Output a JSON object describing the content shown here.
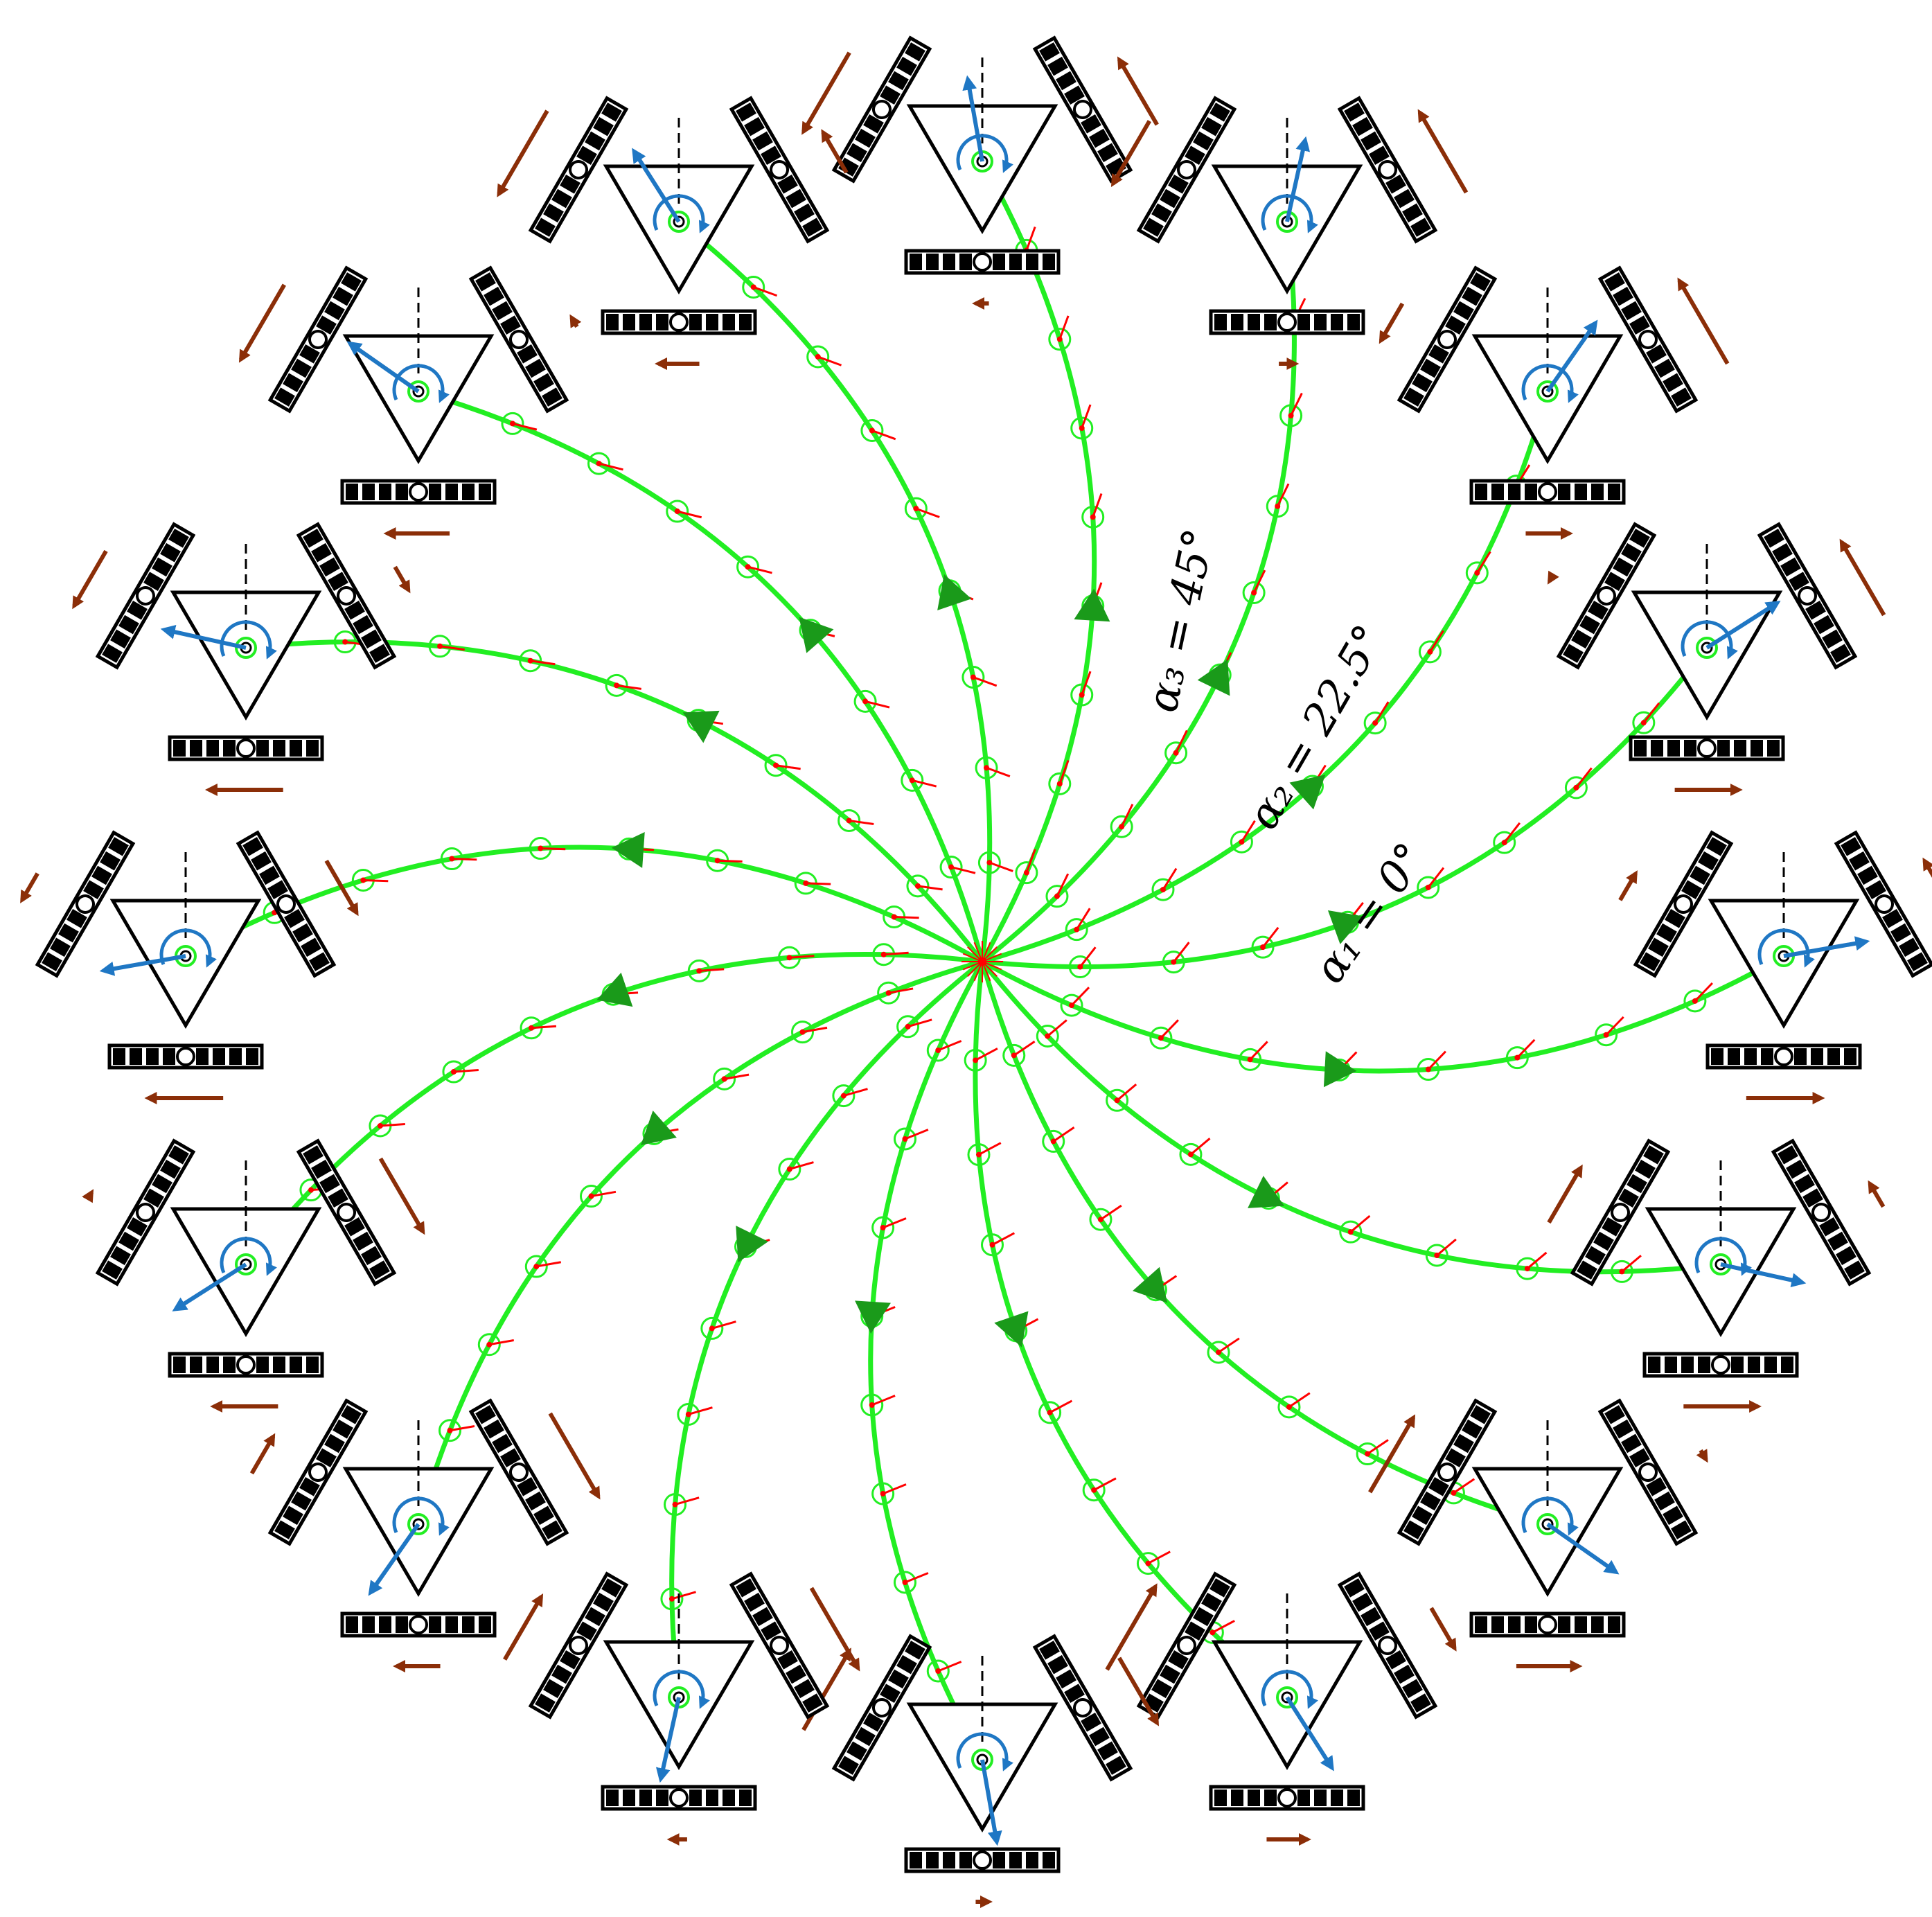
{
  "figure": {
    "labels": [
      {
        "id": "alpha1",
        "text": "α₁ = 0°",
        "curl_deg": 0
      },
      {
        "id": "alpha2",
        "text": "α₂ = 22.5°",
        "curl_deg": 22.5
      },
      {
        "id": "alpha3",
        "text": "α₃ = 45°",
        "curl_deg": 45
      }
    ],
    "robot_count": 16,
    "robot_parts": [
      "triangle-chassis",
      "bottom-omni-wheel",
      "left-omni-wheel",
      "right-omni-wheel",
      "velocity-arrow",
      "rotation-arc",
      "heading-axis",
      "wheel-speed-arrows"
    ],
    "path_markers": [
      "direction-arrowhead",
      "pose-circle",
      "orientation-tick"
    ],
    "colors": {
      "path": "#22ee22",
      "arrowhead": "#1a9a1a",
      "pose_tick": "#ff0000",
      "velocity": "#1f77c4",
      "wheel_speed": "#8b2e08",
      "robot": "#000000"
    }
  }
}
